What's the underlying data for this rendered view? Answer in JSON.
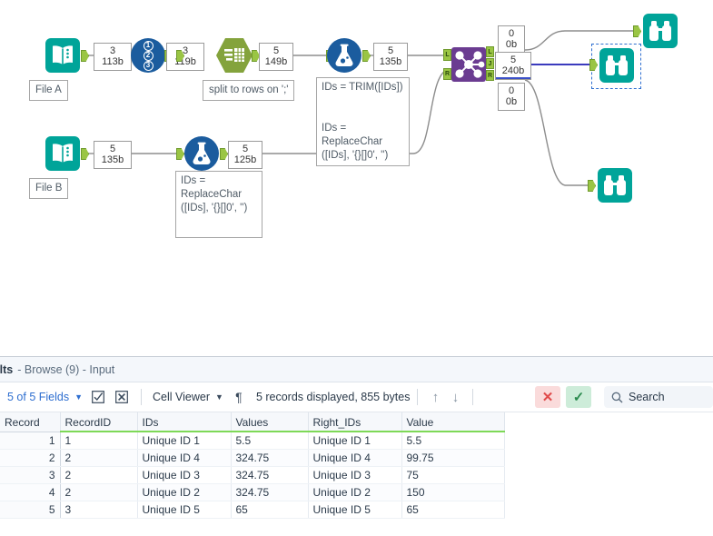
{
  "canvas": {
    "tools": [
      {
        "id": "input_a",
        "type": "input-data",
        "label": "File A"
      },
      {
        "id": "recordid",
        "type": "record-id",
        "label": ""
      },
      {
        "id": "texttocol",
        "type": "text-to-columns",
        "label": "split to rows on ';'"
      },
      {
        "id": "formula_a",
        "type": "formula",
        "label": "IDs = TRIM([IDs])\n\n\nIDs = ReplaceChar\n([IDs], '{}[]0', '')"
      },
      {
        "id": "input_b",
        "type": "input-data",
        "label": "File B"
      },
      {
        "id": "formula_b",
        "type": "formula",
        "label": "IDs =\nReplaceChar\n([IDs], '{}[]0', '')"
      },
      {
        "id": "join",
        "type": "join",
        "label": ""
      },
      {
        "id": "browse_l",
        "type": "browse",
        "label": ""
      },
      {
        "id": "browse_j",
        "type": "browse",
        "label": ""
      },
      {
        "id": "browse_r",
        "type": "browse",
        "label": ""
      }
    ],
    "counts": {
      "input_a_out": {
        "records": "3",
        "bytes": "113b"
      },
      "recordid_out": {
        "records": "3",
        "bytes": "119b"
      },
      "texttocol_out": {
        "records": "5",
        "bytes": "149b"
      },
      "formula_a_out": {
        "records": "5",
        "bytes": "135b"
      },
      "input_b_out": {
        "records": "5",
        "bytes": "135b"
      },
      "formula_b_out": {
        "records": "5",
        "bytes": "125b"
      },
      "join_left": {
        "records": "0",
        "bytes": "0b"
      },
      "join_join": {
        "records": "5",
        "bytes": "240b"
      },
      "join_right": {
        "records": "0",
        "bytes": "0b"
      }
    },
    "join_ports": {
      "left": "L",
      "join": "J",
      "right": "R"
    }
  },
  "results": {
    "title": "ults",
    "subtitle": "- Browse (9) - Input",
    "toolbar": {
      "fields_label": "5 of 5 Fields",
      "select_all_icon": "checkbox-checked-icon",
      "deselect_all_icon": "checkbox-cross-icon",
      "viewer_label": "Cell Viewer",
      "pilcrow_icon": "pilcrow-icon",
      "record_info": "5 records displayed, 855 bytes",
      "up_icon": "arrow-up-icon",
      "down_icon": "arrow-down-icon",
      "reject_label": "✕",
      "accept_label": "✓",
      "search_placeholder": "Search"
    },
    "grid": {
      "row_header": "Record",
      "columns": [
        "RecordID",
        "IDs",
        "Values",
        "Right_IDs",
        "Value"
      ],
      "rows": [
        {
          "n": "1",
          "cells": [
            "1",
            "Unique ID 1",
            "5.5",
            "Unique ID 1",
            "5.5"
          ]
        },
        {
          "n": "2",
          "cells": [
            "2",
            "Unique ID 4",
            "324.75",
            "Unique ID 4",
            "99.75"
          ]
        },
        {
          "n": "3",
          "cells": [
            "2",
            "Unique ID 3",
            "324.75",
            "Unique ID 3",
            "75"
          ]
        },
        {
          "n": "4",
          "cells": [
            "2",
            "Unique ID 2",
            "324.75",
            "Unique ID 2",
            "150"
          ]
        },
        {
          "n": "5",
          "cells": [
            "3",
            "Unique ID 5",
            "65",
            "Unique ID 5",
            "65"
          ]
        }
      ]
    }
  },
  "colors": {
    "teal": "#00a499",
    "blue": "#1b5c9e",
    "olive": "#84a33c",
    "purple": "#6b3c91",
    "anchor_green": "#9ac544",
    "selection_blue": "#2f6fd0",
    "header_underline": "#7ed957"
  }
}
